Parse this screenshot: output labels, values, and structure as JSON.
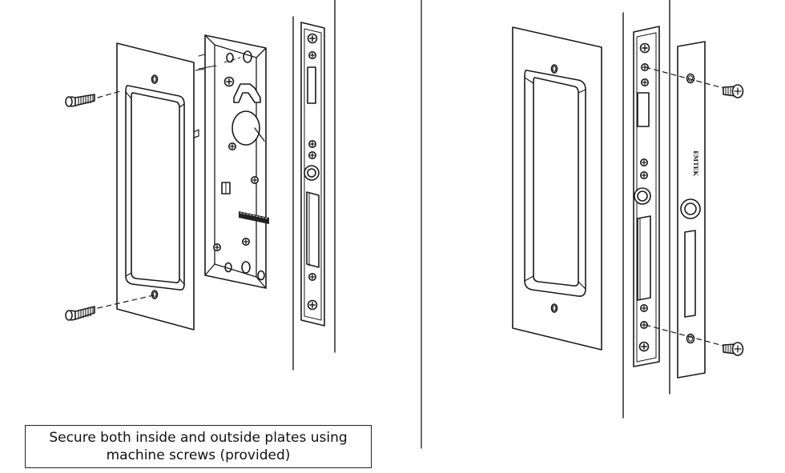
{
  "caption": {
    "line1": "Secure both inside and outside plates using",
    "line2": "machine screws (provided)"
  },
  "brand_mark": "EMTEK",
  "colors": {
    "line": "#1a1a1a",
    "background": "#ffffff",
    "fill_dark": "#222222"
  }
}
